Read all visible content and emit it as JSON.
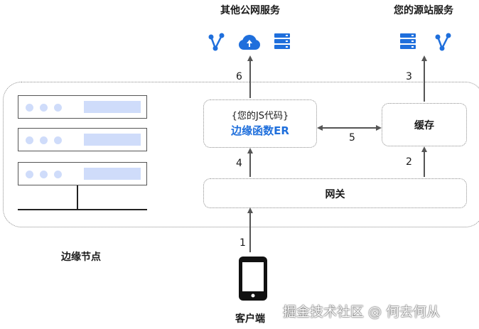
{
  "titles": {
    "other_public": "其他公网服务",
    "origin_services": "您的源站服务"
  },
  "edge_node_label": "边缘节点",
  "client_label": "客户端",
  "js_box": {
    "line1": "{您的JS代码}",
    "line2": "边缘函数ER"
  },
  "cache_label": "缓存",
  "gateway_label": "网关",
  "steps": [
    "1",
    "2",
    "3",
    "4",
    "5",
    "6"
  ],
  "watermark": "掘金技术社区 @ 何去何从",
  "colors": {
    "accent_blue": "#1f6fdc",
    "server_fill": "#cfdcfa",
    "arrow": "#555555"
  },
  "icons": {
    "other_public": [
      "graph-icon",
      "cloud-upload-icon",
      "database-icon"
    ],
    "origin": [
      "database-icon",
      "graph-icon"
    ]
  }
}
